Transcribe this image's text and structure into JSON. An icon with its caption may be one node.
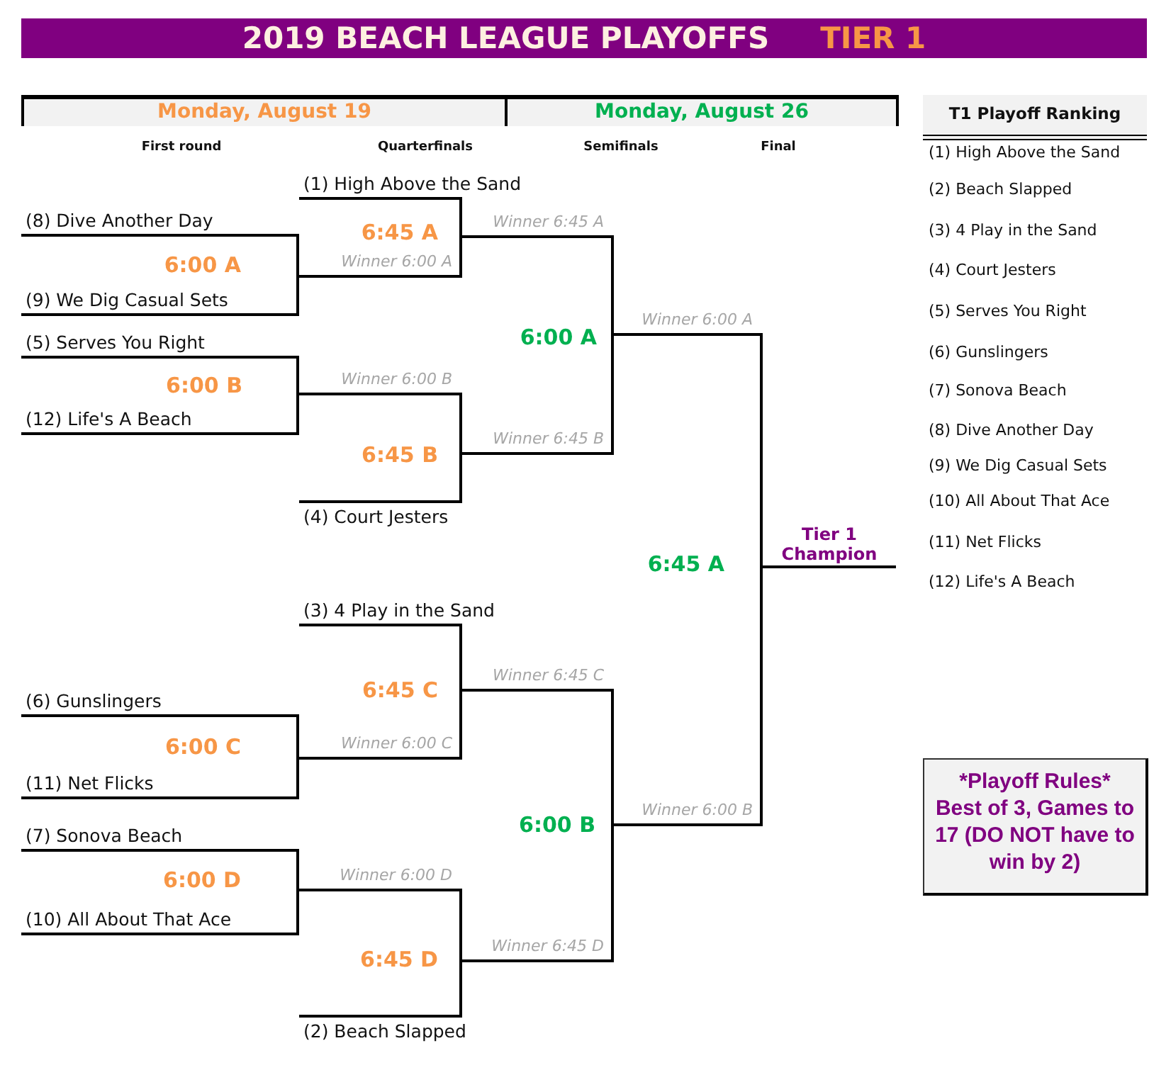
{
  "diagram": {
    "title": "2019 BEACH LEAGUE PLAYOFFS",
    "nodes": [
      {
        "text": [
          "Monday, August 19"
        ]
      },
      {
        "text": [
          "Monday, August 26"
        ]
      },
      {
        "text": [
          "T1 Playoff Ranking"
        ]
      },
      {
        "text": [
          "(1) High Above the Sand"
        ]
      },
      {
        "text": [
          "(8) Dive Another Day"
        ]
      },
      {
        "text": [
          "Winner 6:45 A"
        ]
      },
      {
        "text": [
          "Winner 6:00 A"
        ]
      },
      {
        "text": [
          "(9) We Dig Casual Sets"
        ]
      },
      {
        "text": [
          "Winner 6:00 A"
        ]
      },
      {
        "text": [
          "(5) Serves You Right"
        ]
      },
      {
        "text": [
          "Winner 6:00 B"
        ]
      },
      {
        "text": [
          "(12) Life's A Beach"
        ]
      },
      {
        "text": [
          "Winner 6:45 B"
        ]
      },
      {
        "text": [
          "(4) Court Jesters"
        ]
      },
      {
        "text": [
          "Tier 1 Champion"
        ]
      },
      {
        "text": [
          "(3) 4 Play in the Sand"
        ]
      },
      {
        "text": [
          "Winner 6:45 C"
        ]
      },
      {
        "text": [
          "(6) Gunslingers"
        ]
      },
      {
        "text": [
          "Winner 6:00 C"
        ]
      },
      {
        "text": [
          "(11) Net Flicks"
        ]
      },
      {
        "text": [
          "Winner 6:00 B"
        ]
      },
      {
        "text": [
          "(7) Sonova Beach"
        ]
      },
      {
        "text": [
          "Winner 6:00 D"
        ]
      },
      {
        "text": [
          "(10) All About That Ace"
        ]
      },
      {
        "text": [
          "Winner 6:45 D"
        ]
      },
      {
        "text": [
          "(2) Beach Slapped"
        ]
      },
      {
        "text": [
          "*Playoff Rules*",
          "Best of 3, Games to 17 (DO NOT have to win by 2)"
        ]
      }
    ],
    "edges": [
      {
        "from": 4,
        "to": 6,
        "arrow": "none"
      },
      {
        "from": 7,
        "to": 6,
        "arrow": "none"
      },
      {
        "from": 9,
        "to": 10,
        "arrow": "none"
      },
      {
        "from": 11,
        "to": 10,
        "arrow": "none"
      },
      {
        "from": 17,
        "to": 18,
        "arrow": "none"
      },
      {
        "from": 19,
        "to": 18,
        "arrow": "none"
      },
      {
        "from": 21,
        "to": 22,
        "arrow": "none"
      },
      {
        "from": 23,
        "to": 22,
        "arrow": "none"
      },
      {
        "from": 3,
        "to": 5,
        "arrow": "none"
      },
      {
        "from": 6,
        "to": 5,
        "arrow": "none"
      },
      {
        "from": 10,
        "to": 12,
        "arrow": "none"
      },
      {
        "from": 13,
        "to": 12,
        "arrow": "none"
      },
      {
        "from": 15,
        "to": 16,
        "arrow": "none"
      },
      {
        "from": 18,
        "to": 16,
        "arrow": "none"
      },
      {
        "from": 22,
        "to": 24,
        "arrow": "none"
      },
      {
        "from": 25,
        "to": 24,
        "arrow": "none"
      },
      {
        "from": 5,
        "to": 8,
        "arrow": "none"
      },
      {
        "from": 12,
        "to": 8,
        "arrow": "none"
      },
      {
        "from": 16,
        "to": 20,
        "arrow": "none"
      },
      {
        "from": 24,
        "to": 20,
        "arrow": "none"
      },
      {
        "from": 8,
        "to": 14,
        "arrow": "none"
      },
      {
        "from": 20,
        "to": 14,
        "arrow": "none"
      }
    ],
    "labels": [
      "TIER 1",
      "First round",
      "Quarterfinals",
      "Semifinals",
      "Final",
      "(1) High Above the Sand",
      "(2) Beach Slapped",
      "(3) 4 Play in the Sand",
      "(4) Court Jesters",
      "(5) Serves You Right",
      "(6) Gunslingers",
      "(7) Sonova Beach",
      "(8) Dive Another Day",
      "(9) We Dig Casual Sets",
      "(10) All About That Ace",
      "(11) Net Flicks",
      "(12) Life's A Beach",
      "6:45 A",
      "6:00 A",
      "6:00 A",
      "6:00 B",
      "6:45 B",
      "6:45 A",
      "6:45 C",
      "6:00 C",
      "6:00 B",
      "6:00 D",
      "6:45 D"
    ]
  }
}
